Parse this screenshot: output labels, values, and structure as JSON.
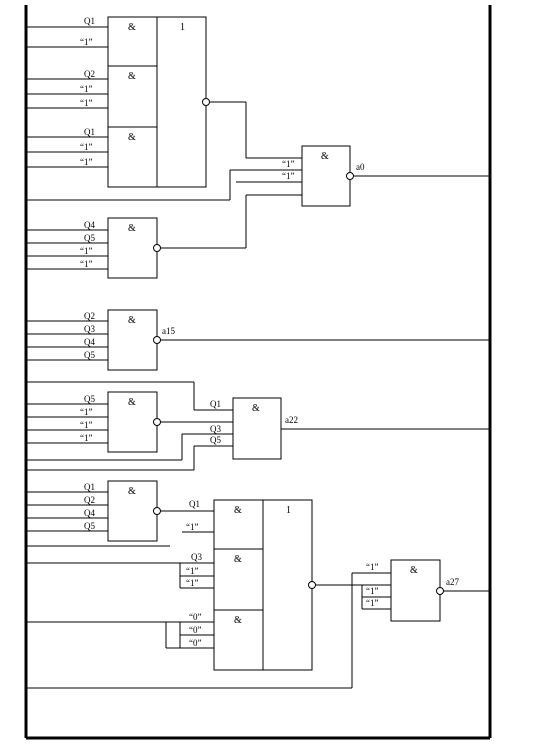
{
  "signals": {
    "q1": "Q1",
    "q2": "Q2",
    "q3": "Q3",
    "q4": "Q4",
    "q5": "Q5",
    "one": "“1”",
    "zero": "“0”"
  },
  "gates": {
    "and": "&",
    "or": "1"
  },
  "outputs": {
    "a0": "a0",
    "a15": "a15",
    "a22": "a22",
    "a27": "a27"
  },
  "colors": {
    "line": "#000000",
    "background": "#ffffff"
  }
}
